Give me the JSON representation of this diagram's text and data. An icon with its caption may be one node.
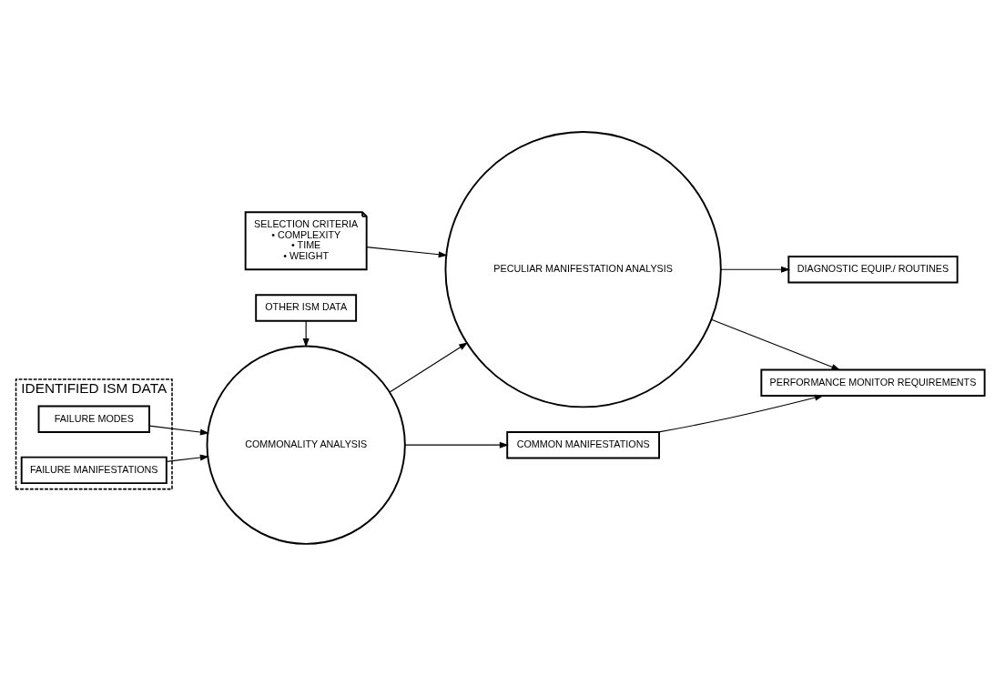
{
  "diagram": {
    "nodes": [
      {
        "text": [
          "IDENTIFIED ISM DATA"
        ]
      },
      {
        "text": [
          "FAILURE MODES"
        ],
        "in": 0
      },
      {
        "text": [
          "FAILURE MANIFESTATIONS"
        ],
        "in": 0
      },
      {
        "text": [
          "OTHER ISM DATA"
        ]
      },
      {
        "text": [
          "SELECTION CRITERIA",
          "• COMPLEXITY",
          "• TIME",
          "• WEIGHT"
        ]
      },
      {
        "text": [
          "DIAGNOSTIC EQUIP./ ROUTINES"
        ]
      },
      {
        "text": [
          "COMMONALITY ANALYSIS"
        ]
      },
      {
        "text": [
          "PECULIAR MANIFESTATION ANALYSIS"
        ]
      },
      {
        "text": [
          "COMMON MANIFESTATIONS"
        ]
      },
      {
        "text": [
          "PERFORMANCE MONITOR REQUIREMENTS"
        ]
      }
    ],
    "edges": [
      {
        "from": 1,
        "to": 6,
        "arrow": "to"
      },
      {
        "from": 2,
        "to": 6,
        "arrow": "to"
      },
      {
        "from": 3,
        "to": 6,
        "arrow": "to"
      },
      {
        "from": 4,
        "to": 7,
        "arrow": "to"
      },
      {
        "from": 7,
        "to": 5,
        "arrow": "to"
      },
      {
        "from": 6,
        "to": 7,
        "arrow": "to"
      },
      {
        "from": 6,
        "to": 8,
        "arrow": "to"
      },
      {
        "from": 7,
        "to": 9,
        "arrow": "to"
      },
      {
        "from": 8,
        "to": 9,
        "arrow": "to"
      }
    ]
  }
}
